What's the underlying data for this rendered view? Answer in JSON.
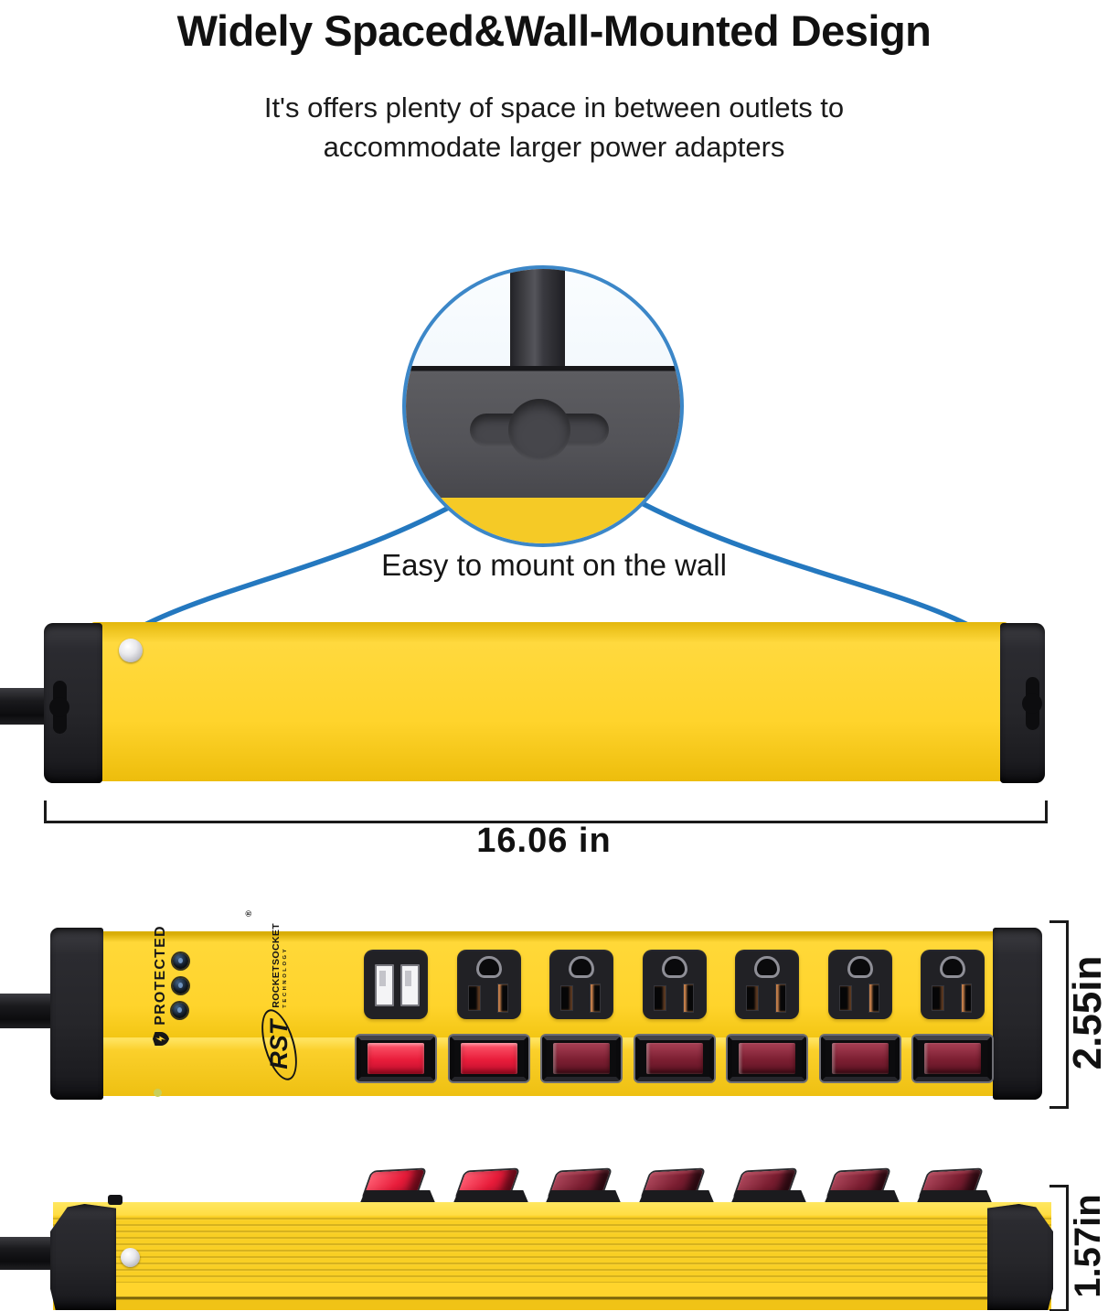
{
  "header": {
    "title": "Widely Spaced&Wall-Mounted Design",
    "subtitle_line1": "It's offers plenty of space in between outlets to",
    "subtitle_line2": "accommodate larger power adapters"
  },
  "inset": {
    "caption": "Easy to mount on the wall"
  },
  "dimensions": {
    "length_label": "16.06 in",
    "height_label": "2.55in",
    "depth_label": "1.57in"
  },
  "front_panel": {
    "protected_label": "PROTECTED",
    "brand_abbr": "RST",
    "brand_name": "ROCKETSOCKET",
    "brand_tagline": "TECHNOLOGY",
    "brand_reg_mark": "®"
  },
  "product": {
    "usb_port_count": 2,
    "outlet_count": 6,
    "switch_count": 7,
    "indicator_led_count": 3
  },
  "colors": {
    "body_yellow": "#FFD42C",
    "accent_blue": "#2478BF",
    "switch_red_lit": "#E8203C",
    "switch_red_unlit": "#7B1E31",
    "end_cap_black": "#26262A"
  }
}
